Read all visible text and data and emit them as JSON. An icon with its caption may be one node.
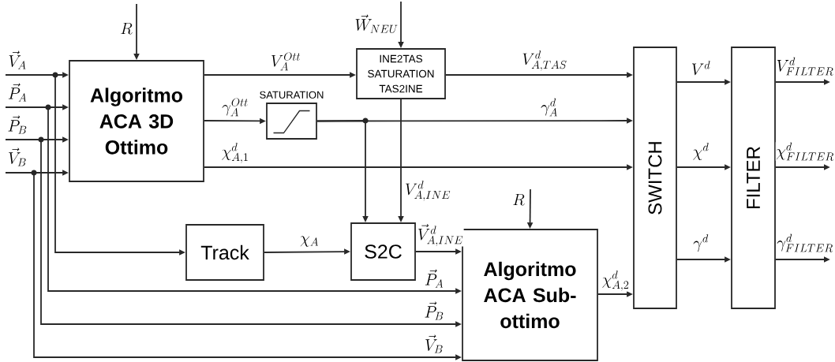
{
  "diagram": {
    "nodes": [
      {
        "text": [
          "Algoritmo ACA 3D Ottimo"
        ]
      },
      {
        "text": [
          "INE2TAS SATURATION TAS2INE"
        ]
      },
      {
        "text": [
          "SATURATION"
        ]
      },
      {
        "text": [
          "Track"
        ]
      },
      {
        "text": [
          "S2C"
        ]
      },
      {
        "text": [
          "Algoritmo ACA Sub-ottimo"
        ]
      },
      {
        "text": [
          "SWITCH"
        ]
      },
      {
        "text": [
          "FILTER"
        ]
      }
    ],
    "edges": [
      {
        "from": null,
        "to": 0,
        "arrow": "to",
        "label": "\\vec{V}_{A}"
      },
      {
        "from": null,
        "to": 0,
        "arrow": "to",
        "label": "\\vec{P}_{A}"
      },
      {
        "from": null,
        "to": 0,
        "arrow": "to",
        "label": "\\vec{P}_{B}"
      },
      {
        "from": null,
        "to": 0,
        "arrow": "to",
        "label": "\\vec{V}_{B}"
      },
      {
        "from": null,
        "to": 0,
        "arrow": "to",
        "label": "R"
      },
      {
        "from": null,
        "to": 3,
        "arrow": "to"
      },
      {
        "from": null,
        "to": 5,
        "arrow": "to",
        "label": "\\vec{P}_{A}"
      },
      {
        "from": null,
        "to": 5,
        "arrow": "to",
        "label": "\\vec{P}_{B}"
      },
      {
        "from": null,
        "to": 5,
        "arrow": "to",
        "label": "\\vec{V}_{B}"
      },
      {
        "from": null,
        "to": 1,
        "arrow": "to",
        "label": "\\vec{W}_{NEU}"
      },
      {
        "from": 0,
        "to": 1,
        "arrow": "to",
        "label": "V_{A}^{Ott}"
      },
      {
        "from": 0,
        "to": 2,
        "arrow": "to",
        "label": "\\gamma_{A}^{Ott}"
      },
      {
        "from": 2,
        "to": 6,
        "arrow": "to",
        "label": "\\gamma_{A}^{d}"
      },
      {
        "from": 1,
        "to": 6,
        "arrow": "to",
        "label": "V_{A,TAS}^{d}"
      },
      {
        "from": 0,
        "to": 6,
        "arrow": "to",
        "label": "\\chi_{A,1}^{d}"
      },
      {
        "from": 2,
        "to": 4,
        "arrow": "to"
      },
      {
        "from": 1,
        "to": 4,
        "arrow": "to",
        "label": "V_{A,INE}^{d}"
      },
      {
        "from": 3,
        "to": 4,
        "arrow": "to",
        "label": "\\chi_{A}"
      },
      {
        "from": 4,
        "to": 5,
        "arrow": "to",
        "label": "\\vec{V}_{A,INE}^{d}"
      },
      {
        "from": null,
        "to": 5,
        "arrow": "to",
        "label": "R"
      },
      {
        "from": 5,
        "to": 6,
        "arrow": "to",
        "label": "\\chi_{A,2}^{d}"
      },
      {
        "from": 6,
        "to": 7,
        "arrow": "to",
        "label": "V^{d}"
      },
      {
        "from": 6,
        "to": 7,
        "arrow": "to",
        "label": "\\chi^{d}"
      },
      {
        "from": 6,
        "to": 7,
        "arrow": "to",
        "label": "\\gamma^{d}"
      },
      {
        "from": 7,
        "to": null,
        "arrow": "to",
        "label": "V_{FILTER}^{d}"
      },
      {
        "from": 7,
        "to": null,
        "arrow": "to",
        "label": "\\chi_{FILTER}^{d}"
      },
      {
        "from": 7,
        "to": null,
        "arrow": "to",
        "label": "\\gamma_{FILTER}^{d}"
      }
    ]
  }
}
